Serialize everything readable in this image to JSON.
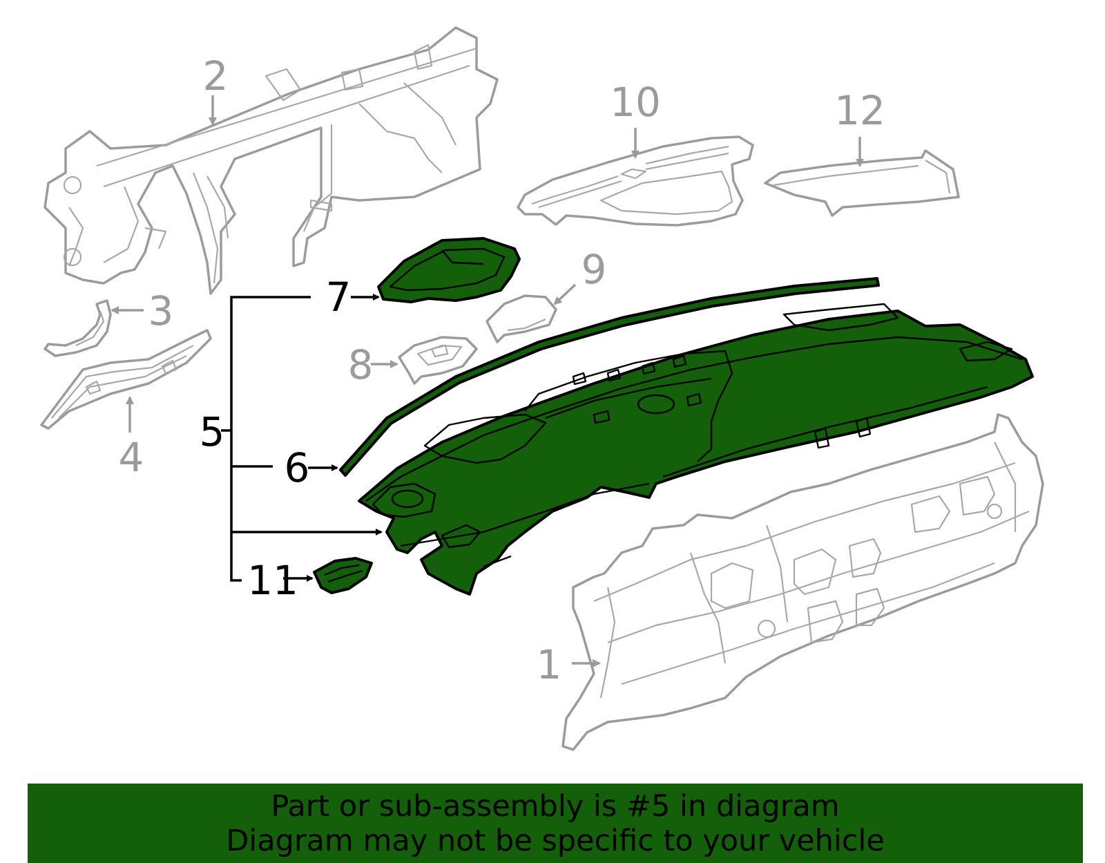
{
  "callouts": {
    "c1": "1",
    "c2": "2",
    "c3": "3",
    "c4": "4",
    "c5": "5",
    "c6": "6",
    "c7": "7",
    "c8": "8",
    "c9": "9",
    "c10": "10",
    "c11": "11",
    "c12": "12"
  },
  "highlighted_part": "5",
  "colors": {
    "highlight": "#145f0a",
    "other_parts": "#9b9b9b",
    "banner": "#145f0a"
  },
  "banner": {
    "line1": "Part or sub-assembly is #5 in diagram",
    "line2": "Diagram may not be specific to your vehicle"
  }
}
